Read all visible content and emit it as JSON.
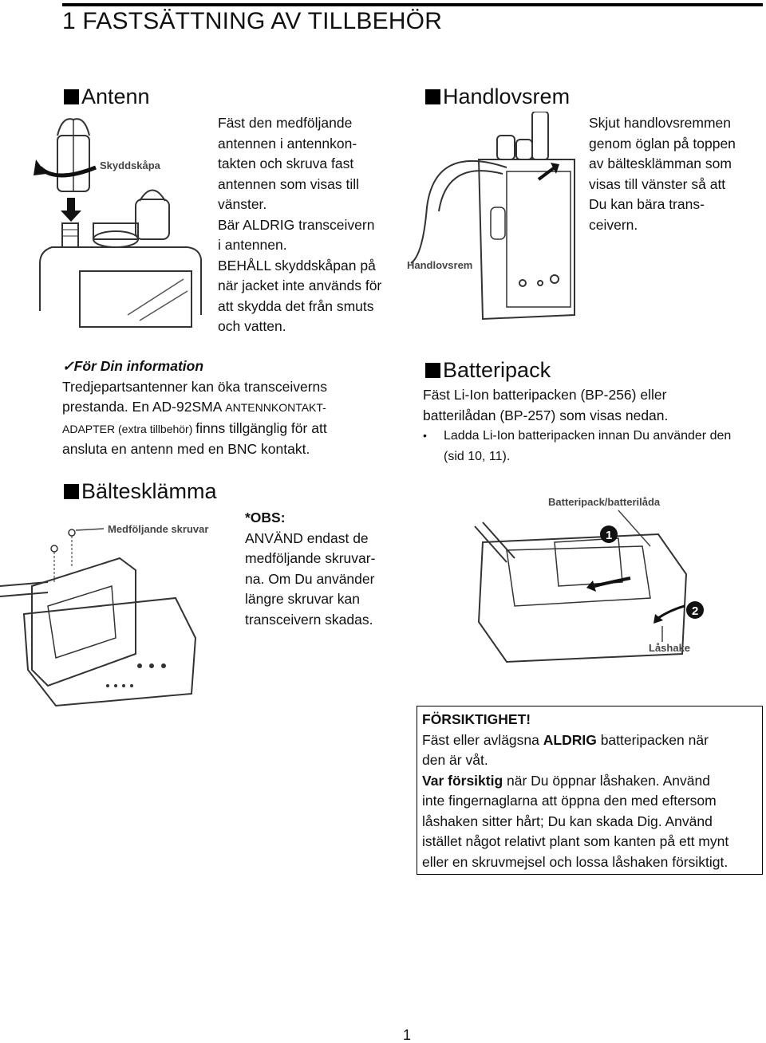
{
  "page": {
    "title": "1 FASTSÄTTNING AV TILLBEHÖR",
    "page_number": "1"
  },
  "antenna": {
    "heading": "Antenn",
    "fig_label": "Skyddskåpa",
    "lines": [
      "Fäst den medföljande",
      "antennen i antennkon-",
      "takten och skruva fast",
      "antennen som visas till",
      "vänster.",
      "Bär ALDRIG transceivern",
      "i antennen.",
      "BEHÅLL skyddskåpan på",
      "när jacket inte används för",
      "att skydda det från smuts",
      "och vatten."
    ]
  },
  "info": {
    "heading": "✓För Din information",
    "line1": "Tredjepartsantenner kan öka transceiverns",
    "line2_a": "prestanda. En AD-92SMA ",
    "line2_b": "ANTENNKONTAKT-",
    "line3_a": "ADAPTER (extra tillbehör) ",
    "line3_b": "finns tillgänglig för att",
    "line4": "ansluta en antenn med en BNC kontakt."
  },
  "belt_clip": {
    "heading": "Bältesklämma",
    "fig_label": "Medföljande skruvar",
    "obs": "*OBS:",
    "lines": [
      "ANVÄND endast de",
      "medföljande skruvar-",
      "na. Om Du använder",
      "längre skruvar kan",
      "transceivern skadas."
    ]
  },
  "strap": {
    "heading": "Handlovsrem",
    "fig_label": "Handlovsrem",
    "lines": [
      "Skjut handlovsremmen",
      "genom öglan på toppen",
      "av bältesklämman som",
      "visas till vänster så att",
      "Du kan bära trans-",
      "ceivern."
    ]
  },
  "battery": {
    "heading": "Batteripack",
    "line1": "Fäst Li-Ion batteripacken (BP-256) eller",
    "line2": "batterilådan (BP-257) som visas nedan.",
    "bullet_symbol": "•",
    "bullet_line1": "Ladda Li-Ion batteripacken innan Du använder den",
    "bullet_line2": "(sid 10, 11).",
    "fig_label_top": "Batteripack/batterilåda",
    "fig_label_latch": "Låshake",
    "step1": "1",
    "step2": "2"
  },
  "warning": {
    "title": "FÖRSIKTIGHET!",
    "l1_a": "Fäst eller avlägsna ",
    "l1_b": "ALDRIG",
    "l1_c": " batteripacken när",
    "l2": "den är våt.",
    "l3_a": "Var försiktig",
    "l3_b": " när Du öppnar låshaken. Använd",
    "l4": "inte fingernaglarna att öppna den med eftersom",
    "l5": "låshaken sitter hårt; Du kan skada Dig. Använd",
    "l6": "istället något relativt plant som kanten på ett mynt",
    "l7": "eller en skruvmejsel och lossa låshaken försiktigt."
  }
}
